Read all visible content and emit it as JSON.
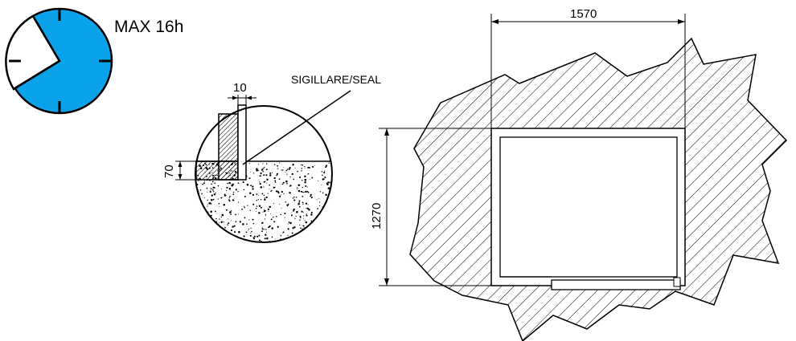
{
  "timer": {
    "label": "MAX 16h",
    "fill_color": "#0aa2e8",
    "max_hours": 16,
    "elapsed_fraction_shown": 0.125
  },
  "detail": {
    "seal_label": "SIGILLARE/SEAL",
    "gap_dimension": "10",
    "height_dimension": "70"
  },
  "plan": {
    "width_dimension": "1570",
    "depth_dimension": "1270"
  }
}
